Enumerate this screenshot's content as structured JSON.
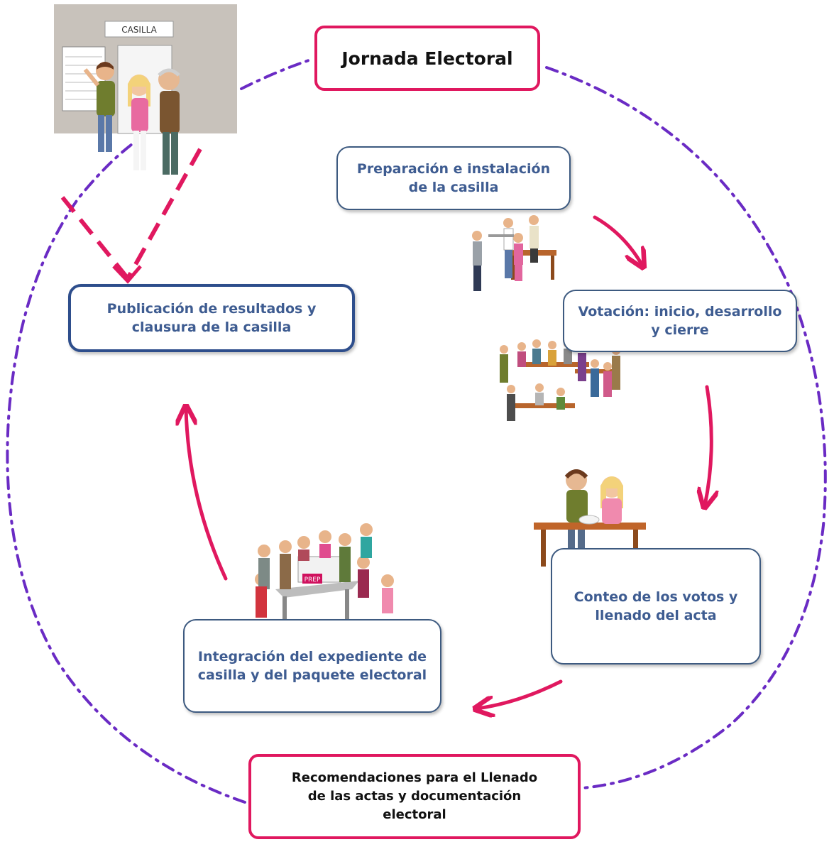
{
  "title": "Jornada Electoral",
  "steps": {
    "preparacion": "Preparación e instalación\nde la casilla",
    "votacion": "Votación: inicio, desarrollo\ny cierre",
    "conteo": "Conteo de los votos y\nllenado del acta",
    "integracion": "Integración del expediente de\ncasilla y del paquete electoral",
    "publicacion": "Publicación de resultados y\nclausura de la casilla"
  },
  "recomendaciones": "Recomendaciones para el Llenado\nde las actas y documentación\nelectoral",
  "casilla_sign": "CASILLA",
  "ballot_label": "PREP",
  "colors": {
    "pink": "#e0185f",
    "purple": "#6a2bc4",
    "blue_text": "#3e5c91",
    "blue_border": "#3d5a80"
  }
}
